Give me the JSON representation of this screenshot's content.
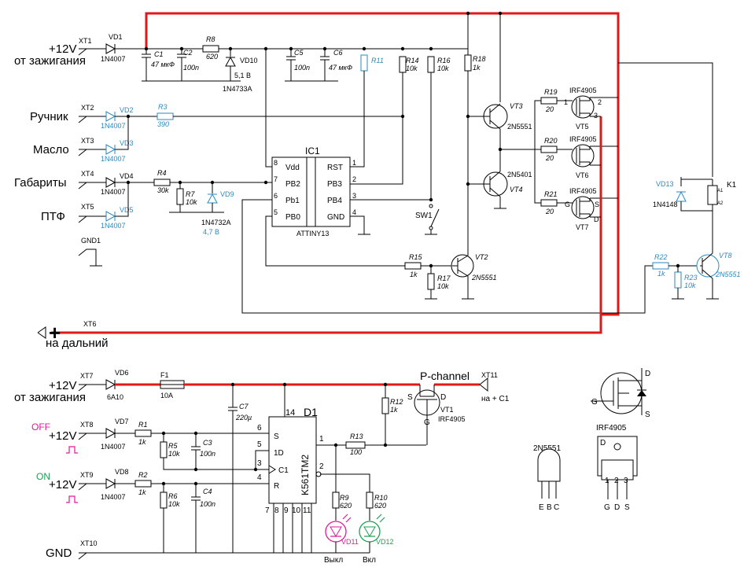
{
  "colors": {
    "power_wire": "#e01818",
    "accent_blue": "#2a8ac0",
    "led_red": "#e0199a",
    "led_green": "#18a050",
    "ink": "#000000"
  },
  "top": {
    "input_12v": "+12V",
    "input_12v_sub": "от зажигания",
    "xt1": "XT1",
    "vd1": "VD1",
    "vd1_part": "1N4007",
    "c1": "C1",
    "c1_val": "47 мкФ",
    "c2": "C2",
    "c2_val": "100n",
    "r8": "R8",
    "r8_val": "620",
    "vd10": "VD10",
    "vd10_val": "5,1 В",
    "vd10_part": "1N4733A",
    "c5": "C5",
    "c5_val": "100n",
    "c6": "C6",
    "c6_val": "47 мкФ",
    "r11": "R11",
    "r14": "R14",
    "r14_val": "10k",
    "r16": "R16",
    "r16_val": "10k",
    "r18": "R18",
    "r18_val": "1k",
    "in_handbrake": "Ручник",
    "xt2": "XT2",
    "vd2": "VD2",
    "vd2_part": "1N4007",
    "r3": "R3",
    "r3_val": "390",
    "in_oil": "Масло",
    "xt3": "XT3",
    "vd3": "VD3",
    "vd3_part": "1N4007",
    "in_parking": "Габариты",
    "xt4": "XT4",
    "vd4": "VD4",
    "vd4_part": "1N4007",
    "r4": "R4",
    "r4_val": "30k",
    "r7": "R7",
    "r7_val": "10k",
    "vd9": "VD9",
    "vd9_part": "1N4732A",
    "vd9_val": "4,7 В",
    "in_fog": "ПТФ",
    "xt5": "XT5",
    "vd5": "VD5",
    "vd5_part": "1N4007",
    "gnd1": "GND1",
    "ic1": "IC1",
    "ic1_part": "ATTINY13",
    "ic1_pins": [
      {
        "num": "8",
        "name": "Vdd"
      },
      {
        "num": "7",
        "name": "PB2"
      },
      {
        "num": "6",
        "name": "Pb1"
      },
      {
        "num": "5",
        "name": "PB0"
      },
      {
        "num": "1",
        "name": "RST"
      },
      {
        "num": "2",
        "name": "PB3"
      },
      {
        "num": "3",
        "name": "PB4"
      },
      {
        "num": "4",
        "name": "GND"
      }
    ],
    "sw1": "SW1",
    "vt3": "VT3",
    "vt3_part": "2N5551",
    "vt4": "VT4",
    "vt4_part": "2N5401",
    "r19": "R19",
    "r19_val": "20",
    "r20": "R20",
    "r20_val": "20",
    "r21": "R21",
    "r21_val": "20",
    "vt5": "VT5",
    "vt5_part": "IRF4905",
    "vt6": "VT6",
    "vt6_part": "IRF4905",
    "vt7": "VT7",
    "vt7_part": "IRF4905",
    "pin1": "1",
    "pin2": "2",
    "pin3": "3",
    "pin_g": "G",
    "pin_s": "S",
    "pin_d": "D",
    "vd13": "VD13",
    "vd13_part": "1N4148",
    "k1": "K1",
    "a1": "A1",
    "a2": "A2",
    "r15": "R15",
    "r15_val": "1k",
    "r17": "R17",
    "r17_val": "10k",
    "vt2": "VT2",
    "vt2_part": "2N5551",
    "r22": "R22",
    "r22_val": "1k",
    "r23": "R23",
    "r23_val": "10k",
    "vt8": "VT8",
    "vt8_part": "2N5551",
    "out_plus": "+",
    "xt6": "XT6",
    "out_label": "на дальний"
  },
  "bottom": {
    "input_12v": "+12V",
    "input_12v_sub": "от зажигания",
    "xt7": "XT7",
    "vd6": "VD6",
    "vd6_part": "6A10",
    "f1": "F1",
    "f1_val": "10A",
    "c7": "C7",
    "c7_val": "220µ",
    "off": "OFF",
    "on": "ON",
    "plus12": "+12V",
    "xt8": "XT8",
    "xt9": "XT9",
    "vd7": "VD7",
    "vd7_part": "1N4007",
    "vd8": "VD8",
    "vd8_part": "1N4007",
    "r1": "R1",
    "r1_val": "1k",
    "r2": "R2",
    "r2_val": "1k",
    "r5": "R5",
    "r5_val": "10k",
    "r6": "R6",
    "r6_val": "10k",
    "c3": "C3",
    "c3_val": "100n",
    "c4": "C4",
    "c4_val": "100n",
    "d1": "D1",
    "d1_part": "K561TM2",
    "pin14": "14",
    "pin6": "6",
    "pin5": "5",
    "pin3": "3",
    "pin4": "4",
    "pin_s": "S",
    "pin_1d": "1D",
    "pin_c1": "C1",
    "pin_r": "R",
    "pin1": "1",
    "pin2": "2",
    "bottom_pins": [
      "7",
      "8",
      "9",
      "10",
      "11"
    ],
    "r13": "R13",
    "r13_val": "100",
    "r12": "R12",
    "r12_val": "1k",
    "r9": "R9",
    "r9_val": "620",
    "r10": "R10",
    "r10_val": "620",
    "vd11": "VD11",
    "vd12": "VD12",
    "lbl_off": "Выкл",
    "lbl_on": "Вкл",
    "pchannel": "P-channel",
    "vt1": "VT1",
    "vt1_part": "IRF4905",
    "xt11": "XT11",
    "out_c1": "на + C1",
    "gs": "S",
    "gd": "D",
    "gg": "G",
    "gnd": "GND",
    "xt10": "XT10"
  },
  "legend": {
    "irf_title": "IRF4905",
    "irf_g": "G",
    "irf_d": "D",
    "irf_s": "S",
    "irf_d2": "D",
    "irf_pins": [
      "1",
      "2",
      "3"
    ],
    "irf_pin_names": [
      "G",
      "D",
      "S"
    ],
    "npn_title": "2N5551",
    "npn_pins": [
      "E",
      "B",
      "C"
    ]
  }
}
